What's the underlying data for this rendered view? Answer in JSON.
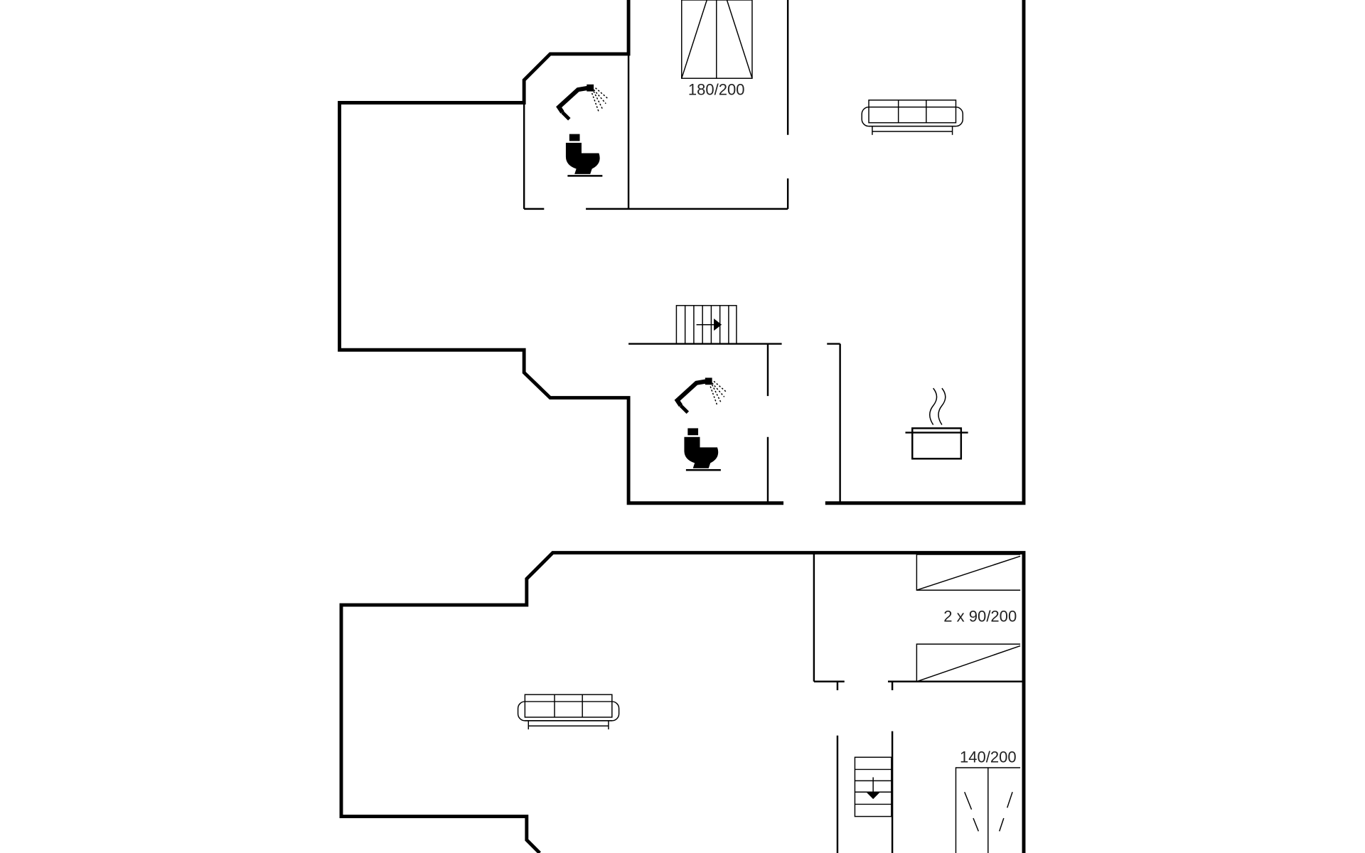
{
  "floorplan": {
    "upper_floor": {
      "bed_label": "180/200",
      "icons": [
        "shower-icon",
        "toilet-icon",
        "sofa-icon",
        "stairs-icon",
        "cooking-pot-icon"
      ]
    },
    "lower_floor": {
      "twin_beds_label": "2 x 90/200",
      "double_bed_label": "140/200",
      "icons": [
        "sofa-icon",
        "stairs-down-icon"
      ]
    },
    "colors": {
      "line": "#000000",
      "background": "#ffffff"
    }
  }
}
